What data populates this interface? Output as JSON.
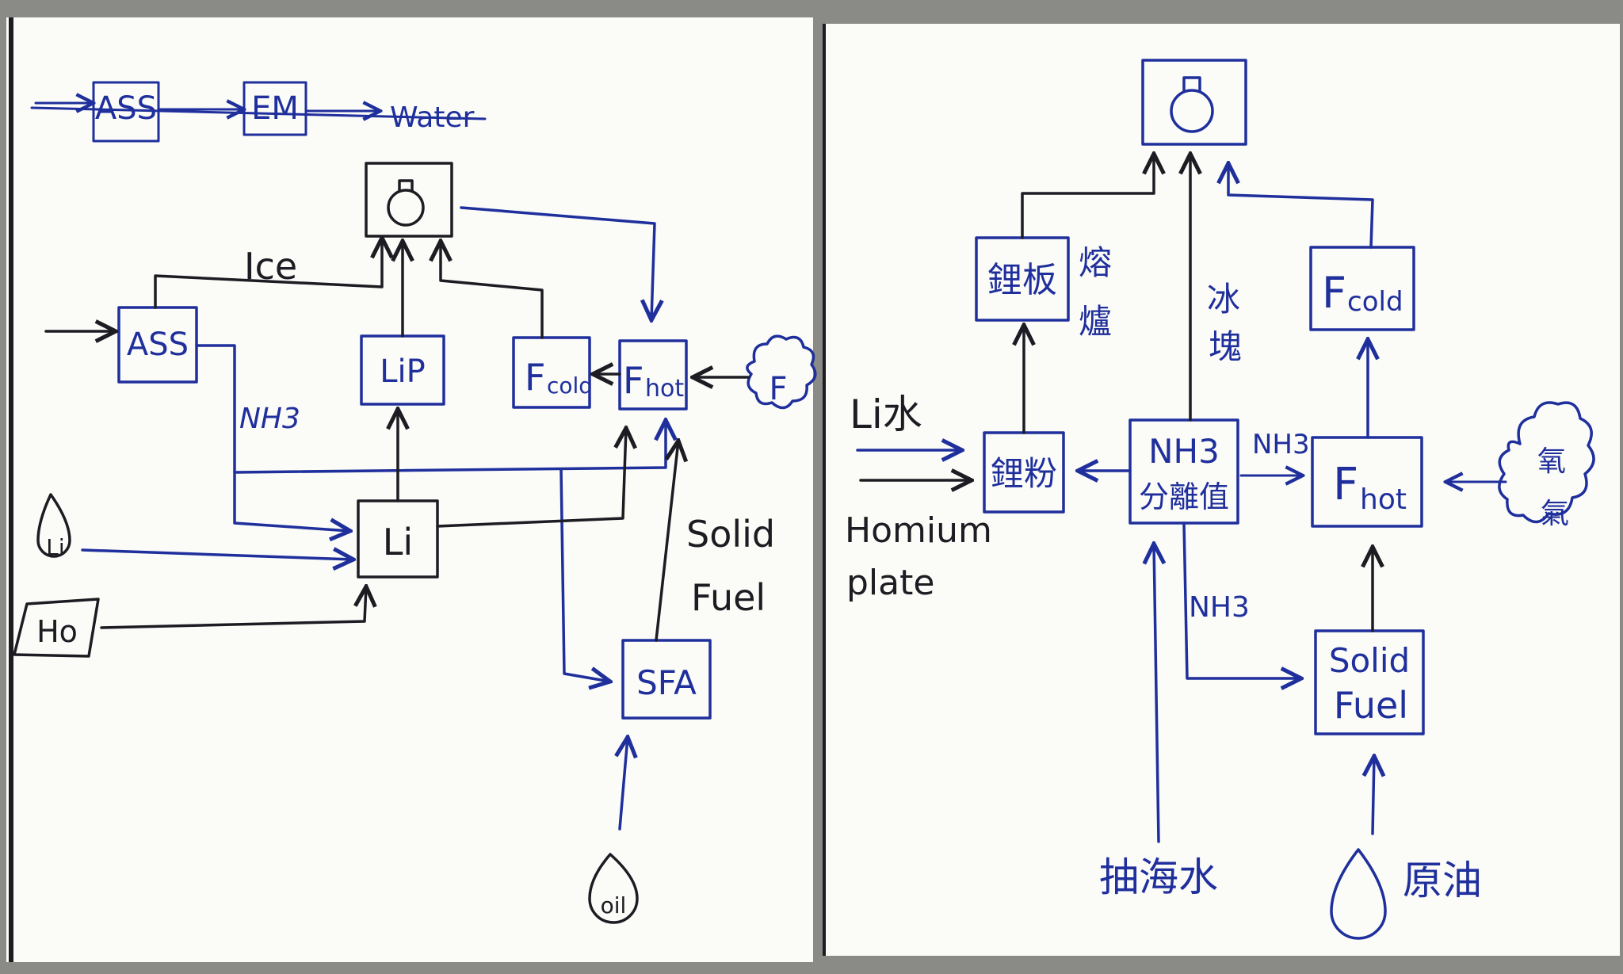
{
  "left": {
    "crossed_out": {
      "box1": "ASS",
      "box2": "EM",
      "target": "Water"
    },
    "nodes": {
      "furnace": "",
      "ass": "ASS",
      "lip": "LiP",
      "fcold_main": "F",
      "fcold_sub": "cold",
      "fhot_main": "F",
      "fhot_sub": "hot",
      "li": "Li",
      "sfa": "SFA",
      "f_cloud": "F",
      "li_drop": "Li",
      "ho_box": "Ho",
      "oil_drop": "oil"
    },
    "labels": {
      "ice": "Ice",
      "nh3": "NH3",
      "solid": "Solid",
      "fuel": "Fuel"
    }
  },
  "right": {
    "nodes": {
      "furnace": "",
      "li_plate": "鋰板",
      "nh3_sep_top": "NH3",
      "nh3_sep_bottom": "分離值",
      "li_powder": "鋰粉",
      "fcold_main": "F",
      "fcold_sub": "cold",
      "fhot_main": "F",
      "fhot_sub": "hot",
      "solid_fuel_1": "Solid",
      "solid_fuel_2": "Fuel",
      "cloud": "氧氣"
    },
    "labels": {
      "melt_1": "熔",
      "melt_2": "爐",
      "ice_1": "冰",
      "ice_2": "塊",
      "nh3_arrow": "NH3",
      "nh3_down": "NH3",
      "li_water": "Li水",
      "homium": "Homium",
      "plate": "plate",
      "seawater": "抽海水",
      "crude": "原油"
    }
  },
  "colors": {
    "ink_black": "#1c1c22",
    "ink_blue": "#1f2f9c",
    "paper": "#fbfbf8"
  }
}
